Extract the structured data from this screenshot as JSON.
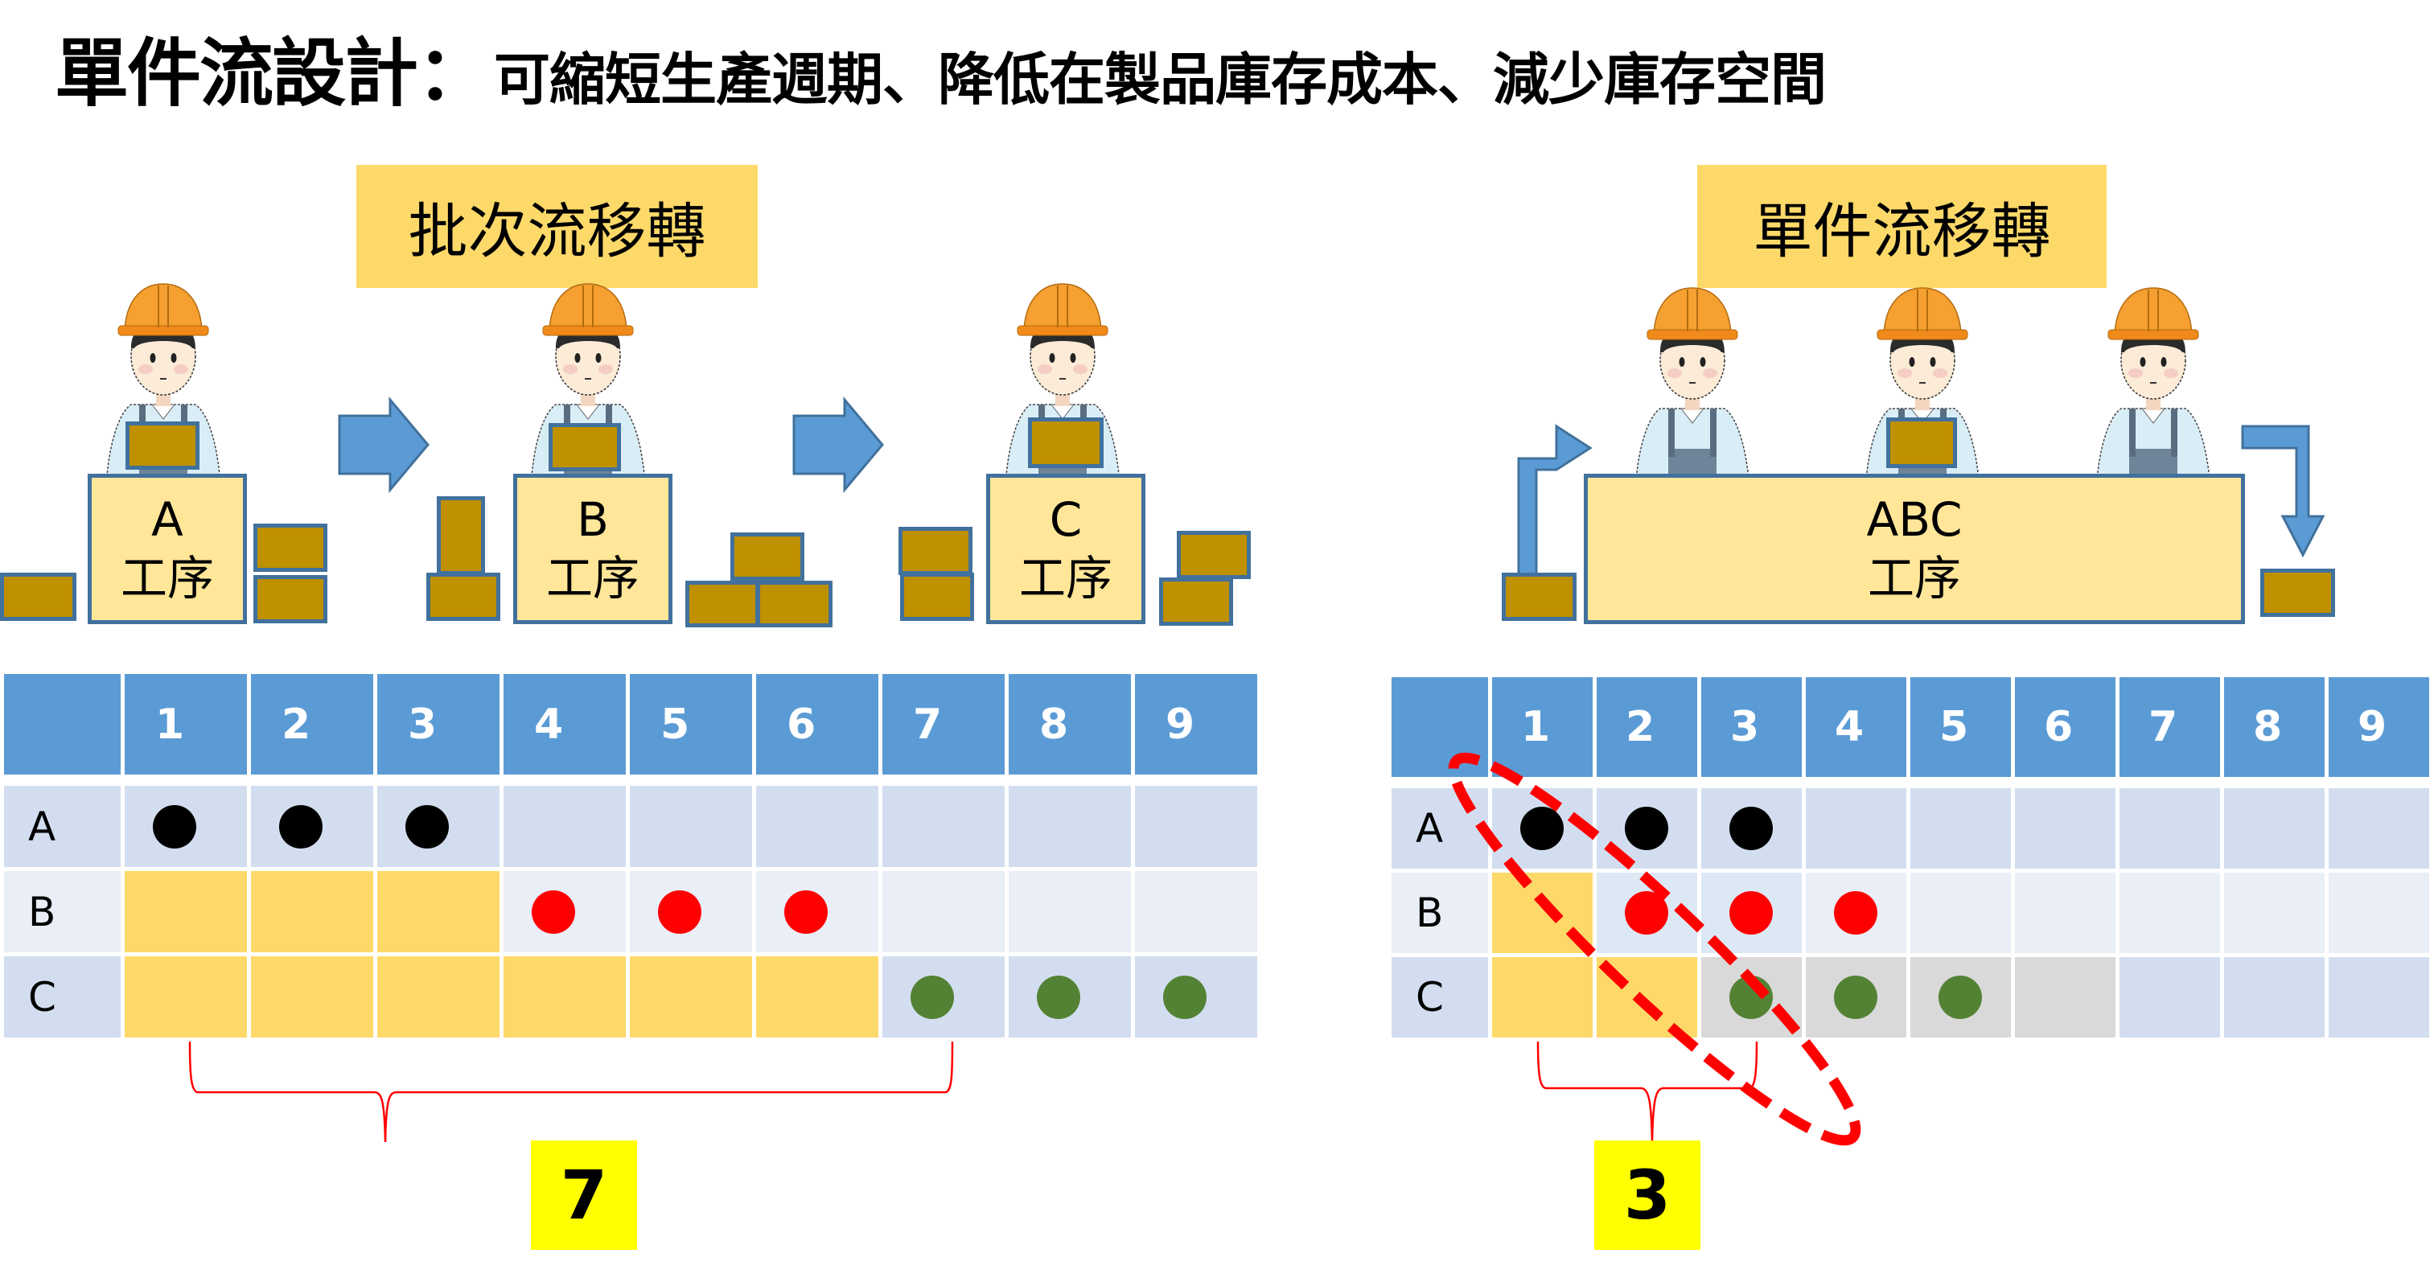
{
  "title": {
    "main": "單件流設計：",
    "subtitle": "可縮短生產週期、降低在製品庫存成本、減少庫存空間"
  },
  "batch": {
    "banner": "批次流移轉",
    "processes": [
      {
        "letter": "A",
        "label": "工序"
      },
      {
        "letter": "B",
        "label": "工序"
      },
      {
        "letter": "C",
        "label": "工序"
      }
    ],
    "table": {
      "columns": [
        "1",
        "2",
        "3",
        "4",
        "5",
        "6",
        "7",
        "8",
        "9"
      ],
      "rows": [
        {
          "label": "A",
          "cells": [
            "dot-black",
            "dot-black",
            "dot-black",
            "empty",
            "empty",
            "empty",
            "empty",
            "empty",
            "empty"
          ]
        },
        {
          "label": "B",
          "cells": [
            "wait",
            "wait",
            "wait",
            "dot-red",
            "dot-red",
            "dot-red",
            "empty",
            "empty",
            "empty"
          ]
        },
        {
          "label": "C",
          "cells": [
            "wait",
            "wait",
            "wait",
            "wait",
            "wait",
            "wait",
            "dot-green",
            "dot-green",
            "dot-green"
          ]
        }
      ]
    },
    "lead_time": "7"
  },
  "single": {
    "banner": "單件流移轉",
    "process": {
      "letter": "ABC",
      "label": "工序"
    },
    "table": {
      "columns": [
        "1",
        "2",
        "3",
        "4",
        "5",
        "6",
        "7",
        "8",
        "9"
      ],
      "rows": [
        {
          "label": "A",
          "cells": [
            "dot-black",
            "dot-black",
            "dot-black",
            "empty",
            "empty",
            "empty",
            "empty",
            "empty",
            "empty"
          ]
        },
        {
          "label": "B",
          "cells": [
            "wait",
            "dot-red-hl",
            "dot-red-hl",
            "dot-red",
            "empty",
            "empty",
            "empty",
            "empty",
            "empty"
          ]
        },
        {
          "label": "C",
          "cells": [
            "wait",
            "wait",
            "dot-green-gray",
            "dot-green-gray",
            "dot-green-gray",
            "gray",
            "empty",
            "empty",
            "empty"
          ]
        }
      ]
    },
    "lead_time": "3"
  },
  "colors": {
    "header": "#5b9bd5",
    "row_a": "#d2deef",
    "row_b": "#e9eef7",
    "row_c": "#d2deef",
    "wait": "#fdd969",
    "highlight": "#dde8f5",
    "gray": "#d9d9d9",
    "dot_black": "#000000",
    "dot_red": "#ff0000",
    "dot_green": "#548235",
    "bracket": "#ff0000",
    "label_bg": "#ffff00"
  }
}
